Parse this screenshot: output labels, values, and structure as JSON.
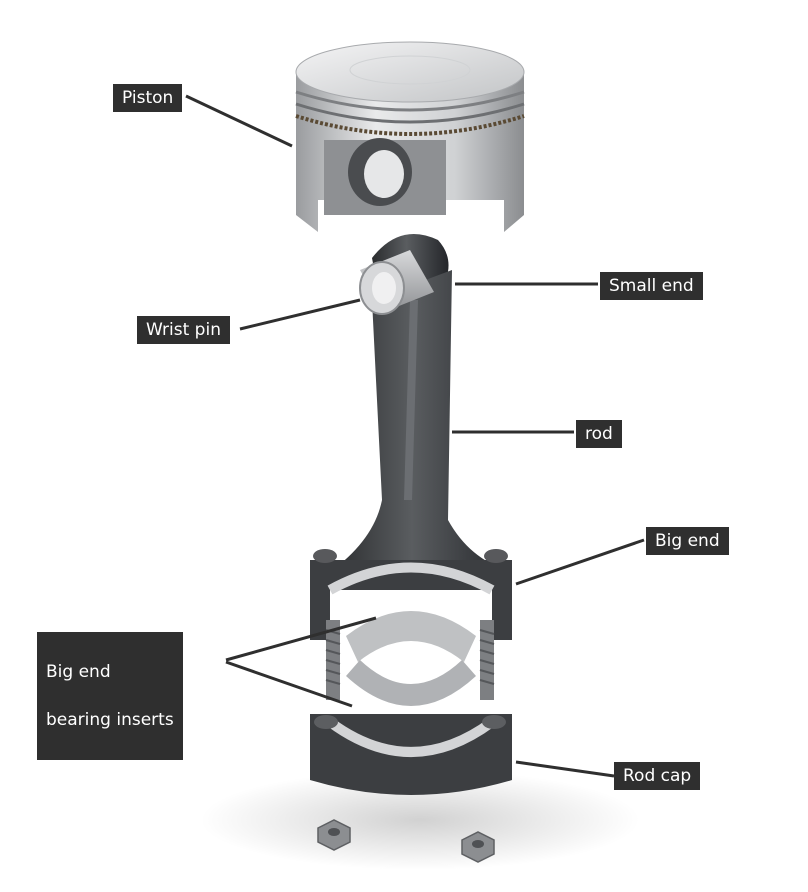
{
  "diagram": {
    "labels": {
      "piston": "Piston",
      "small_end": "Small end",
      "wrist_pin": "Wrist pin",
      "rod": "rod",
      "big_end": "Big end",
      "bearing_inserts_line1": "Big end",
      "bearing_inserts_line2": "bearing inserts",
      "rod_cap": "Rod cap"
    },
    "colors": {
      "label_background": "#2f2f2f",
      "label_text": "#ffffff",
      "leader_line": "#2f2f2f",
      "rod_metal": "#3a3c3e",
      "piston_metal": "#c9cbcd"
    }
  }
}
